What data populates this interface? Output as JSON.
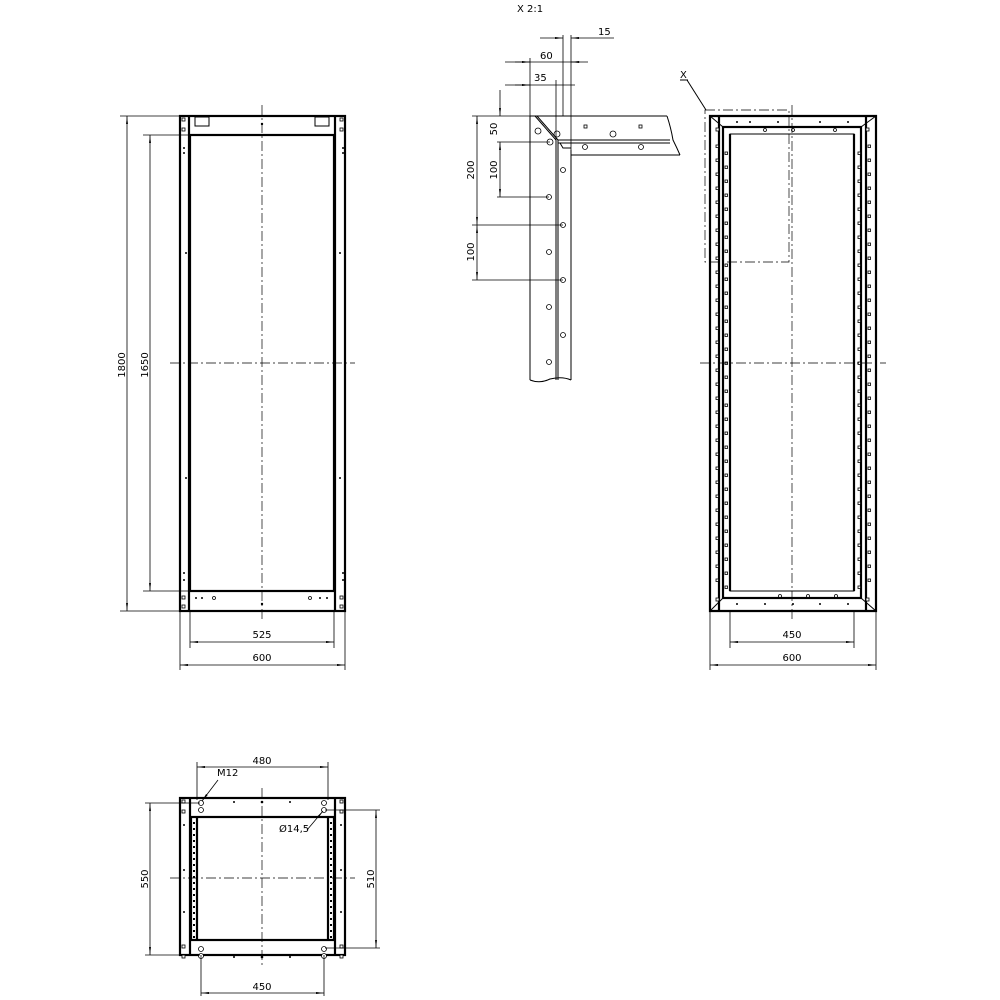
{
  "front_view": {
    "height_outer": "1800",
    "height_inner": "1650",
    "width_inner": "525",
    "width_outer": "600"
  },
  "detail_view": {
    "title": "X 2:1",
    "dim_15": "15",
    "dim_60": "60",
    "dim_35": "35",
    "dim_50": "50",
    "dim_100_a": "100",
    "dim_200": "200",
    "dim_100_b": "100"
  },
  "side_view": {
    "detail_marker": "X",
    "width_inner": "450",
    "width_outer": "600"
  },
  "base_view": {
    "top_width": "480",
    "thread_label": "M12",
    "hole_label": "Ø14,5",
    "depth_outer": "550",
    "depth_inner": "510",
    "bottom_width": "450"
  },
  "colors": {
    "line": "#000000",
    "background": "#ffffff"
  }
}
